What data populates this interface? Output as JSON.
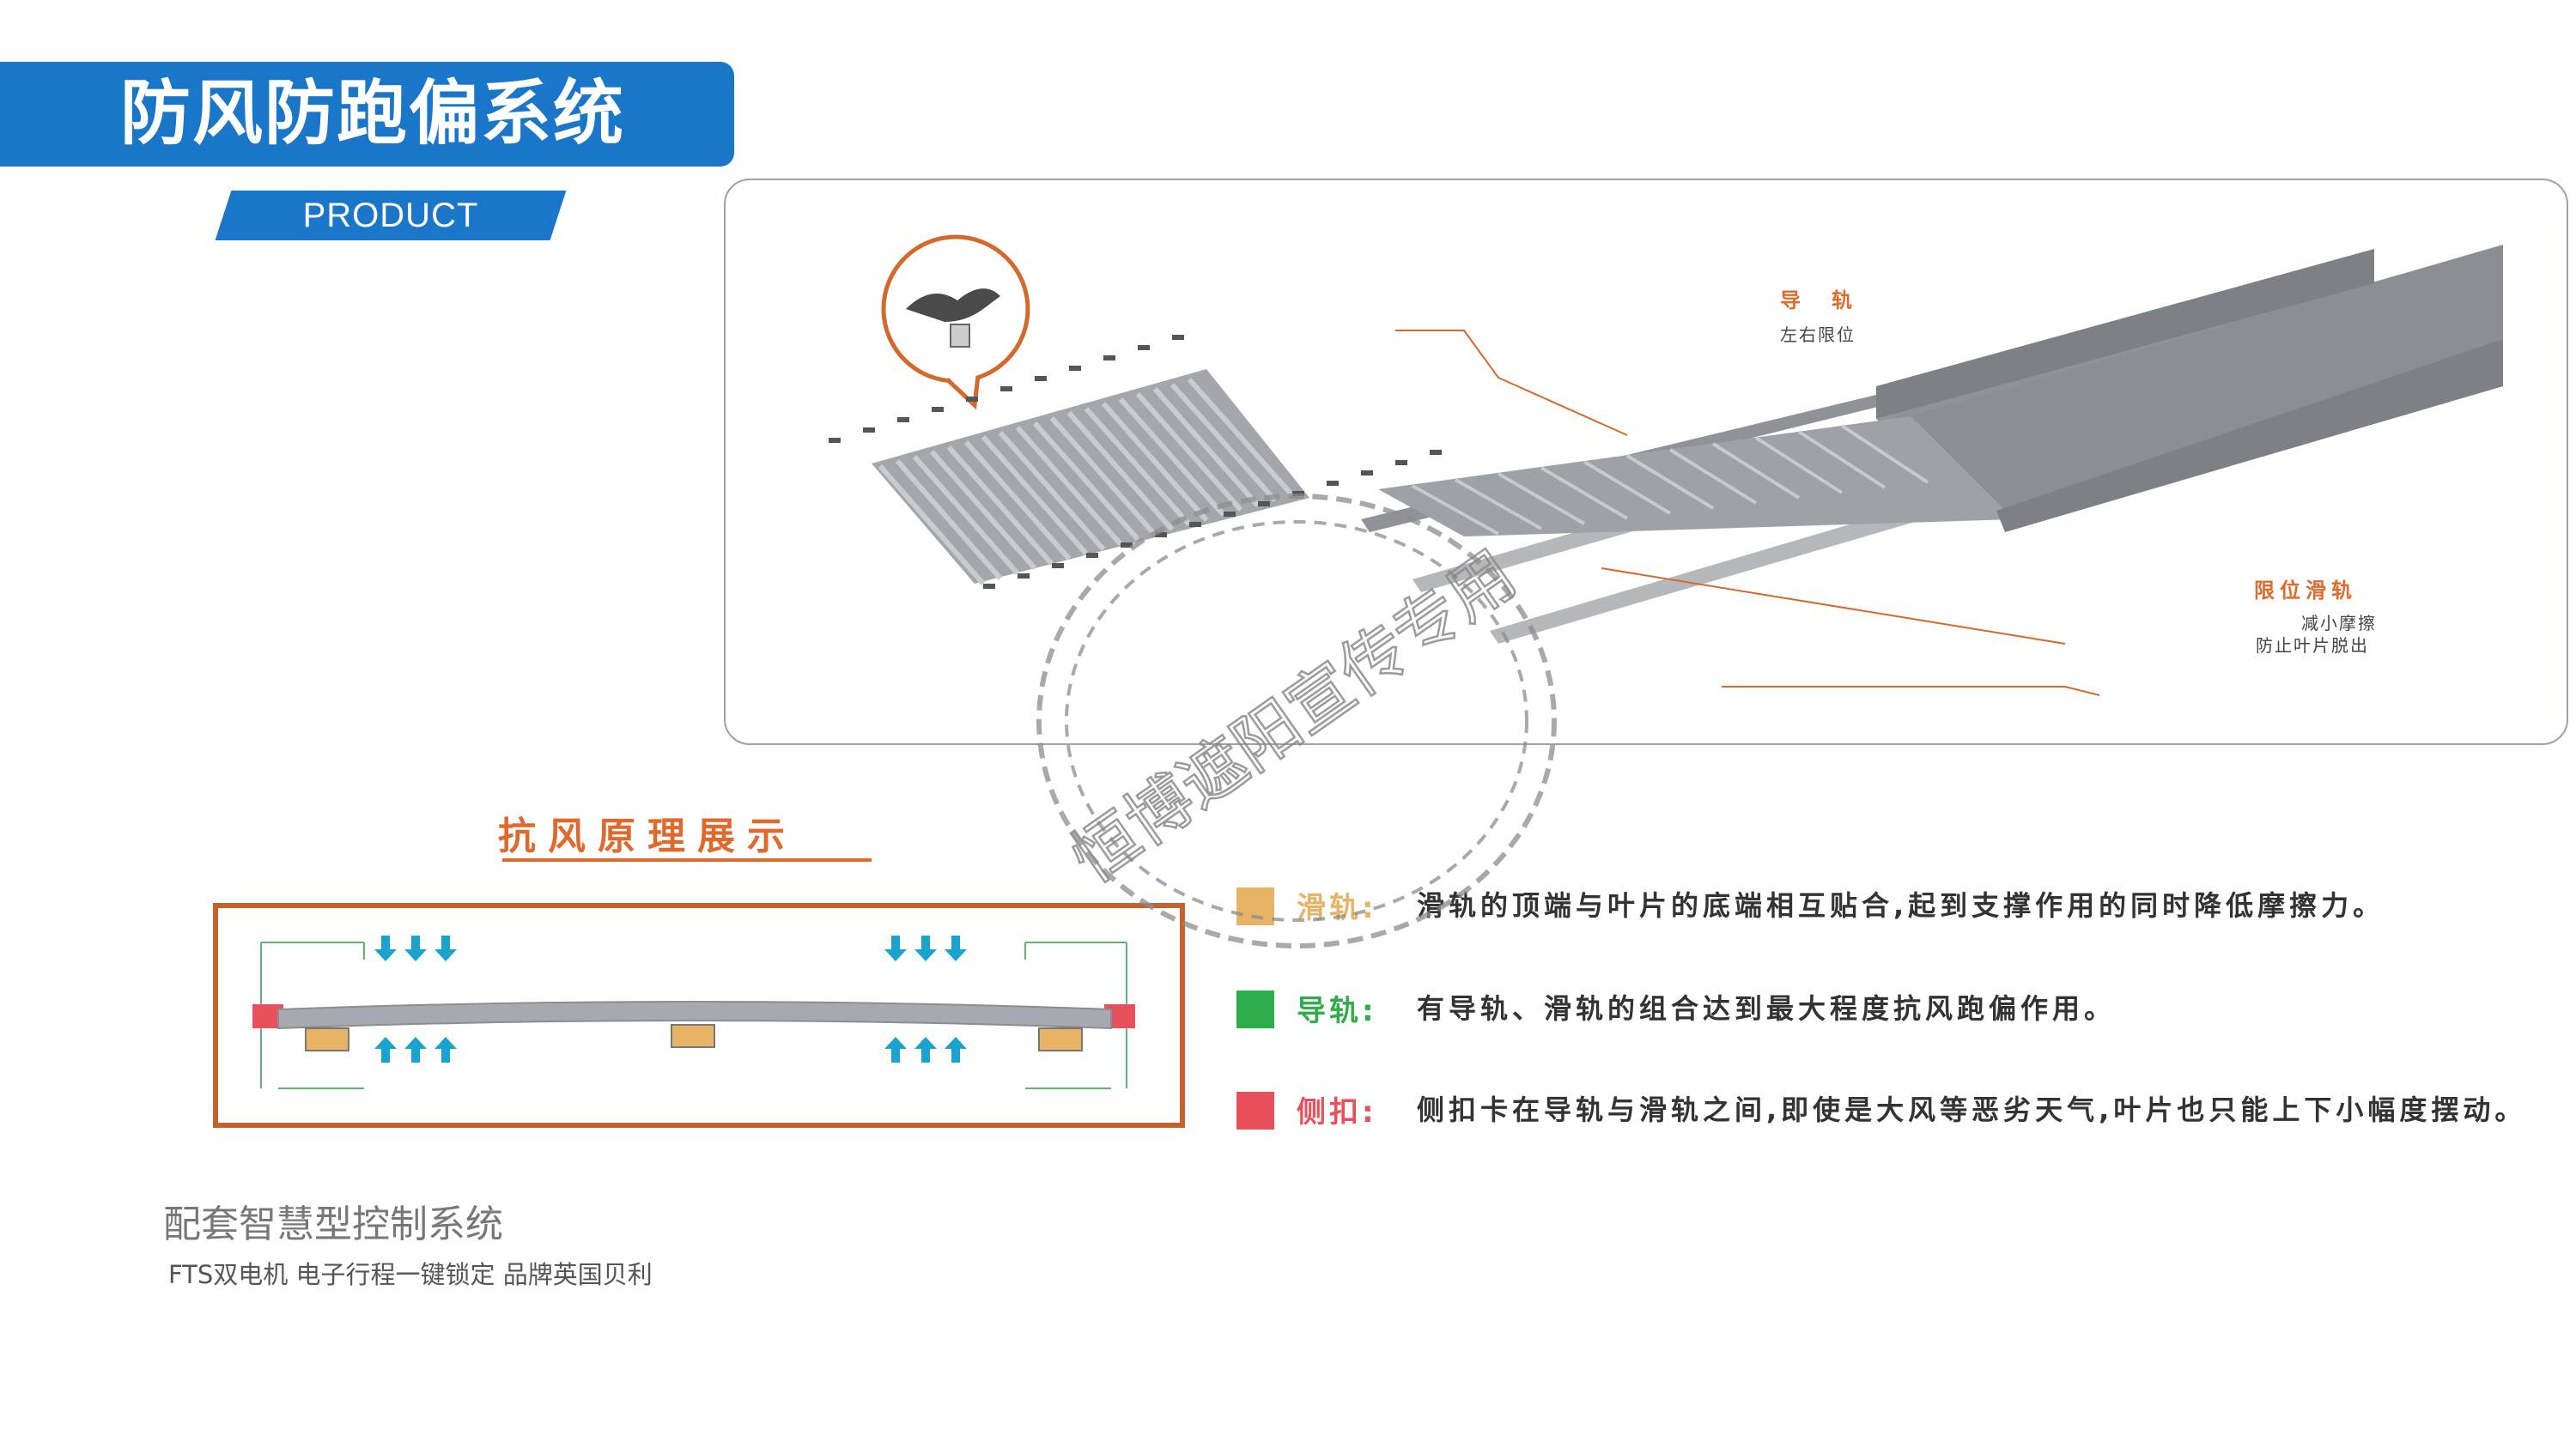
{
  "header": {
    "title": "防风防跑偏系统",
    "subtitle": "PRODUCT"
  },
  "product_panel": {
    "callout_guide": {
      "title": "导　轨",
      "sub": "左右限位"
    },
    "callout_slide": {
      "title": "限位滑轨",
      "sub1": "减小摩擦",
      "sub2": "防止叶片脱出"
    }
  },
  "wind_section": {
    "title": "抗风原理展示"
  },
  "legend": [
    {
      "label": "滑轨:",
      "text": "滑轨的顶端与叶片的底端相互贴合,起到支撑作用的同时降低摩擦力。",
      "color": "#e8b365"
    },
    {
      "label": "导轨:",
      "text": "有导轨、滑轨的组合达到最大程度抗风跑偏作用。",
      "color": "#2eae4a"
    },
    {
      "label": "侧扣:",
      "text": "侧扣卡在导轨与滑轨之间,即使是大风等恶劣天气,叶片也只能上下小幅度摆动。",
      "color": "#e8505b"
    }
  ],
  "control": {
    "title": "配套智慧型控制系统",
    "subtitle": "FTS双电机 电子行程一键锁定 品牌英国贝利"
  },
  "watermark": {
    "text": "恒博遮阳宣传专用"
  },
  "colors": {
    "brand_blue": "#1a76c8",
    "accent_orange": "#e06a2c",
    "arrow_cyan": "#1aa3cf"
  }
}
